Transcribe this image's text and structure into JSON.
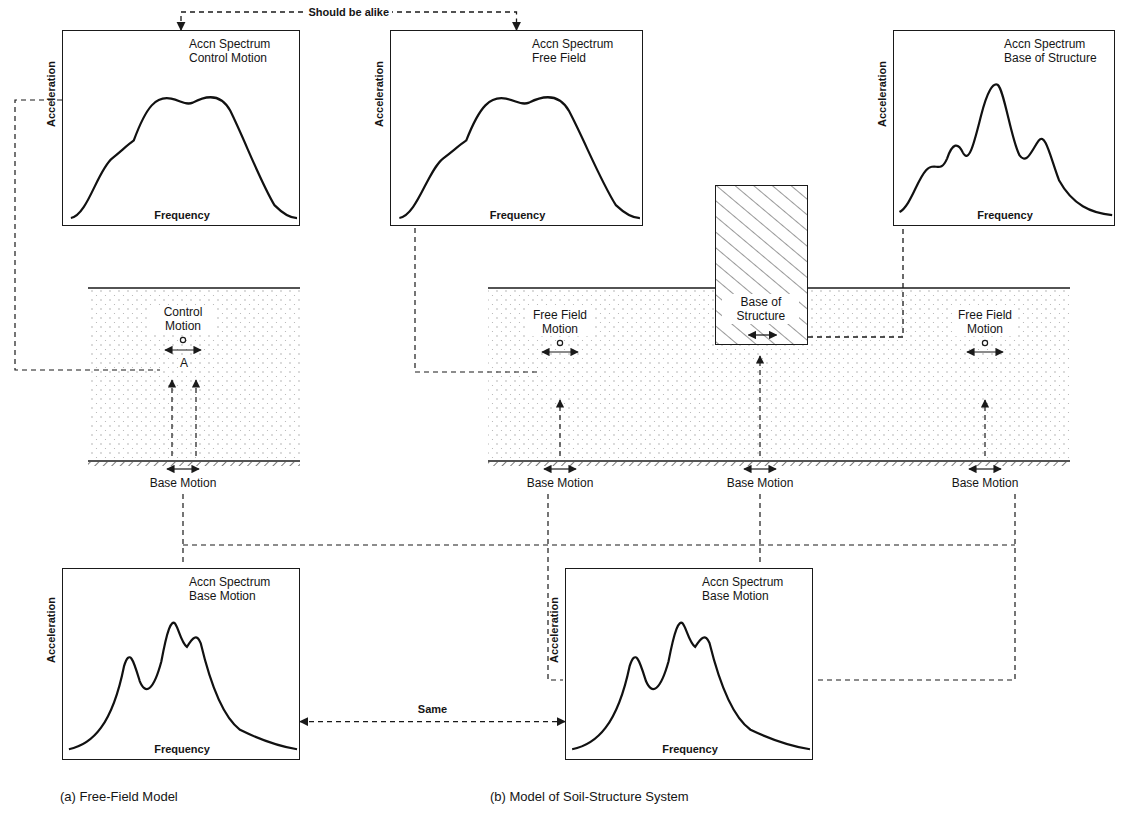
{
  "diagram": {
    "nodes": [
      {
        "text": [
          "Accn Spectrum Control Motion",
          "Acceleration",
          "Frequency"
        ]
      },
      {
        "text": [
          "Accn Spectrum Free Field",
          "Acceleration",
          "Frequency"
        ]
      },
      {
        "text": [
          "Accn Spectrum Base of Structure",
          "Acceleration",
          "Frequency"
        ]
      },
      {
        "text": [
          "Base of Structure"
        ]
      },
      {
        "text": [
          "Accn Spectrum Base Motion",
          "Acceleration",
          "Frequency"
        ]
      },
      {
        "text": [
          "Accn Spectrum Base Motion",
          "Acceleration",
          "Frequency"
        ]
      }
    ],
    "edges": [
      {
        "from": 0,
        "to": 1,
        "label": "Should be alike",
        "arrow": "both"
      },
      {
        "from": 3,
        "to": 2,
        "arrow": "none"
      },
      {
        "from": 4,
        "to": 5,
        "label": "Same",
        "arrow": "both"
      }
    ],
    "labels": [
      "Control Motion",
      "A",
      "Base Motion",
      "Free Field Motion",
      "Base Motion",
      "Base Motion",
      "Free Field Motion",
      "Base Motion",
      "(a) Free-Field Model",
      "(b) Model of Soil-Structure System"
    ]
  }
}
